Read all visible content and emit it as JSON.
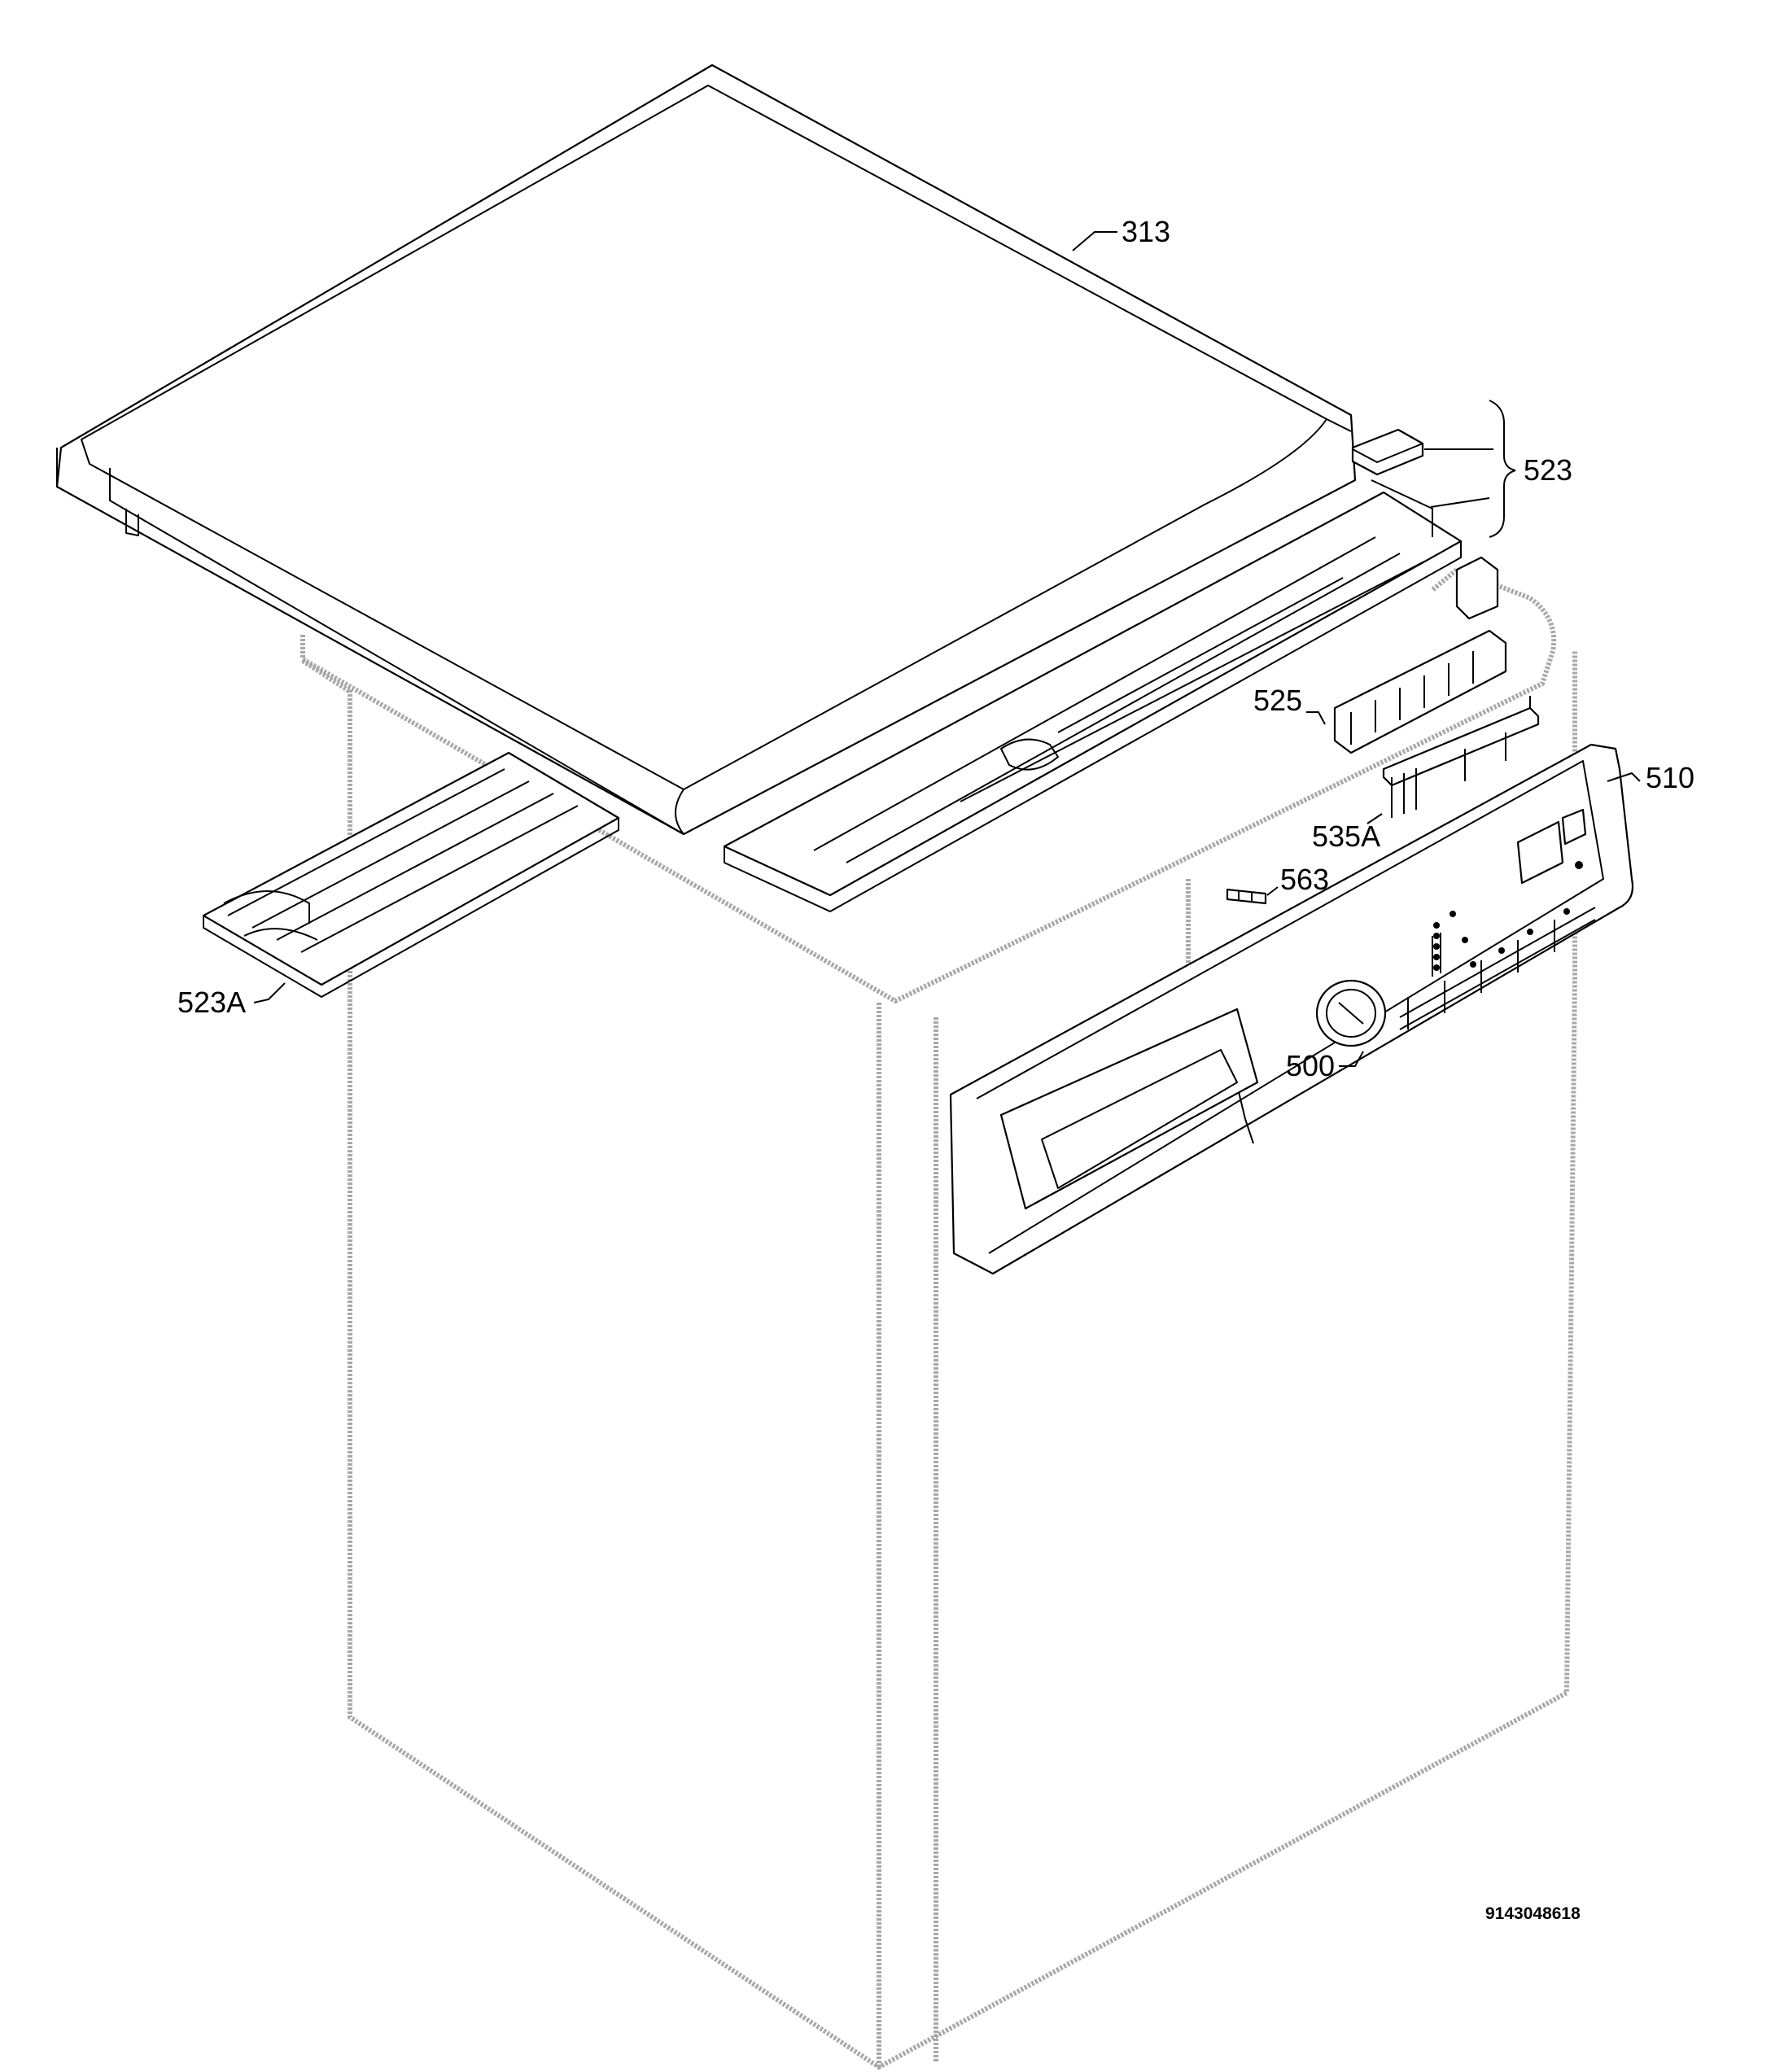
{
  "callouts": {
    "p313": "313",
    "p523": "523",
    "p525": "525",
    "p510": "510",
    "p535a": "535A",
    "p563": "563",
    "p523a": "523A",
    "p500": "500"
  },
  "drawing_code": "9143048618"
}
